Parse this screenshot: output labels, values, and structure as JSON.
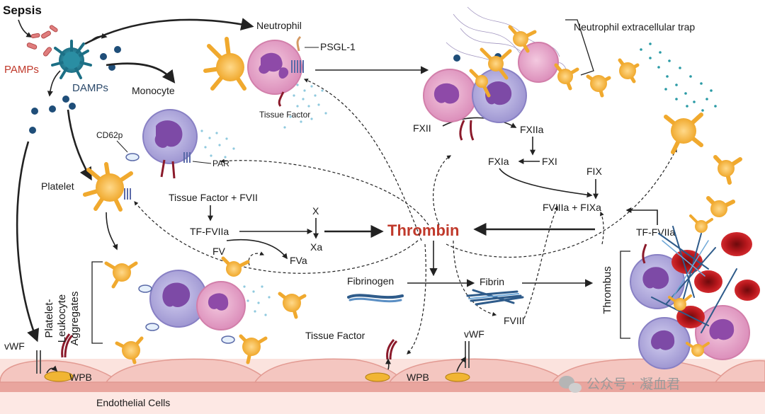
{
  "labels": {
    "sepsis": "Sepsis",
    "pamps": "PAMPs",
    "damps": "DAMPs",
    "neutrophil": "Neutrophil",
    "psgl1": "PSGL-1",
    "tissue_factor_top": "Tissue Factor",
    "monocyte": "Monocyte",
    "cd62p": "CD62p",
    "par": "PAR",
    "platelet": "Platelet",
    "tf_fvii": "Tissue Factor + FVII",
    "tf_fviia": "TF-FVIIa",
    "x": "X",
    "xa": "Xa",
    "fv": "FV",
    "fva": "FVa",
    "thrombin": "Thrombin",
    "net": "Neutrophil extracellular trap",
    "fxii": "FXII",
    "fxiia": "FXIIa",
    "fxia": "FXIa",
    "fxi": "FXI",
    "fix": "FIX",
    "fviiia_fixa": "FVIIIa + FIXa",
    "tf_fviia_right": "TF-FVIIa",
    "fibrinogen": "Fibrinogen",
    "fibrin": "Fibrin",
    "thrombus": "Thrombus",
    "fviii": "FVIII",
    "vwf_left": "vWF",
    "vwf_mid": "vWF",
    "wpb_left": "WPB",
    "wpb_mid": "WPB",
    "tissue_factor_bottom": "Tissue Factor",
    "plt_leuk_1": "Platelet-",
    "plt_leuk_2": "Leukocyte",
    "plt_leuk_3": "Aggregates",
    "endothelial": "Endothelial Cells",
    "watermark": "公众号 · 凝血君"
  },
  "colors": {
    "thrombin": "#c0392b",
    "platelet": "#f5b942",
    "monocyte": "#b8b2e0",
    "neutrophil": "#e8a6c8",
    "endothelium": "#f4c6c0",
    "rbc": "#b3161b",
    "damp_dot": "#1f4e79"
  },
  "icons": {
    "dendritic_cell": "dendritic-cell-icon",
    "bacteria": "bacteria-icon",
    "receptor": "receptor-icon",
    "wechat": "wechat-icon"
  }
}
